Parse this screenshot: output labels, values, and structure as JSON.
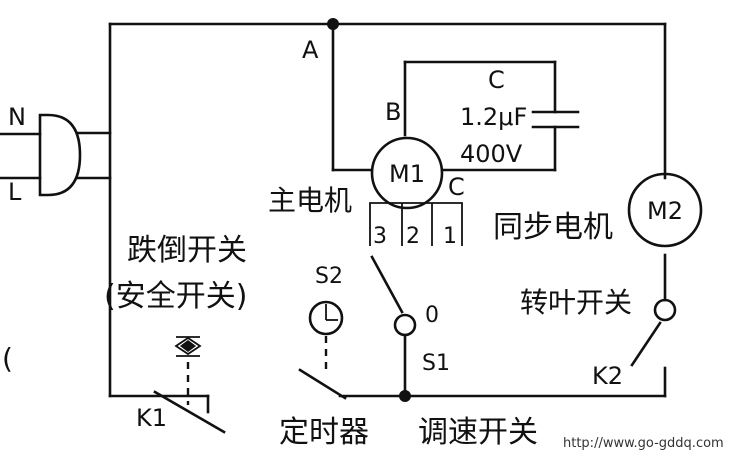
{
  "labels": {
    "n": "N",
    "l": "L",
    "a": "A",
    "b": "B",
    "c_node": "C",
    "cap_name": "C",
    "cap_value": "1.2μF",
    "cap_voltage": "400V",
    "m1": "M1",
    "m1_caption": "主电机",
    "tap3": "3",
    "tap2": "2",
    "tap1": "1",
    "tap0": "0",
    "s1": "S1",
    "s2": "S2",
    "m2": "M2",
    "m2_caption": "同步电机",
    "k2_caption": "转叶开关",
    "k2": "K2",
    "k1": "K1",
    "k1_caption_line1": "跌倒开关",
    "k1_caption_line2": "(安全开关)",
    "timer_caption": "定时器",
    "speed_caption": "调速开关",
    "paren_mark": "(",
    "watermark": "http://www.go-gddq.com"
  }
}
